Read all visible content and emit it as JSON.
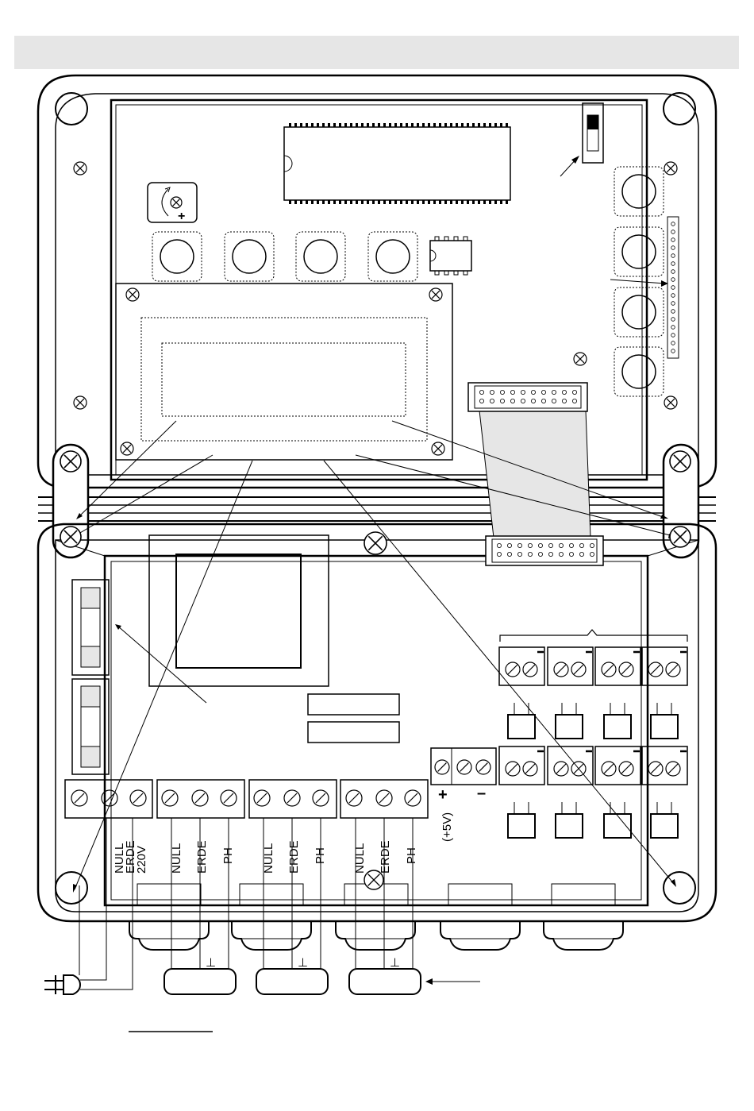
{
  "page": {
    "header_bar_color": "#e6e6e6",
    "line_color": "#000000",
    "ribbon_color": "#e6e6e6"
  },
  "terminals": {
    "mains": {
      "null": "NULL",
      "erde": "ERDE",
      "v220": "220V"
    },
    "pump_1": {
      "null": "NULL",
      "erde": "ERDE",
      "ph": "PH"
    },
    "pump_2": {
      "null": "NULL",
      "erde": "ERDE",
      "ph": "PH"
    },
    "pump_3": {
      "null": "NULL",
      "erde": "ERDE",
      "ph": "PH"
    },
    "supply_label": "(+5V)",
    "plus": "+",
    "minus": "–"
  },
  "symbols": {
    "ground": "⊥",
    "trim_plus": "+"
  }
}
